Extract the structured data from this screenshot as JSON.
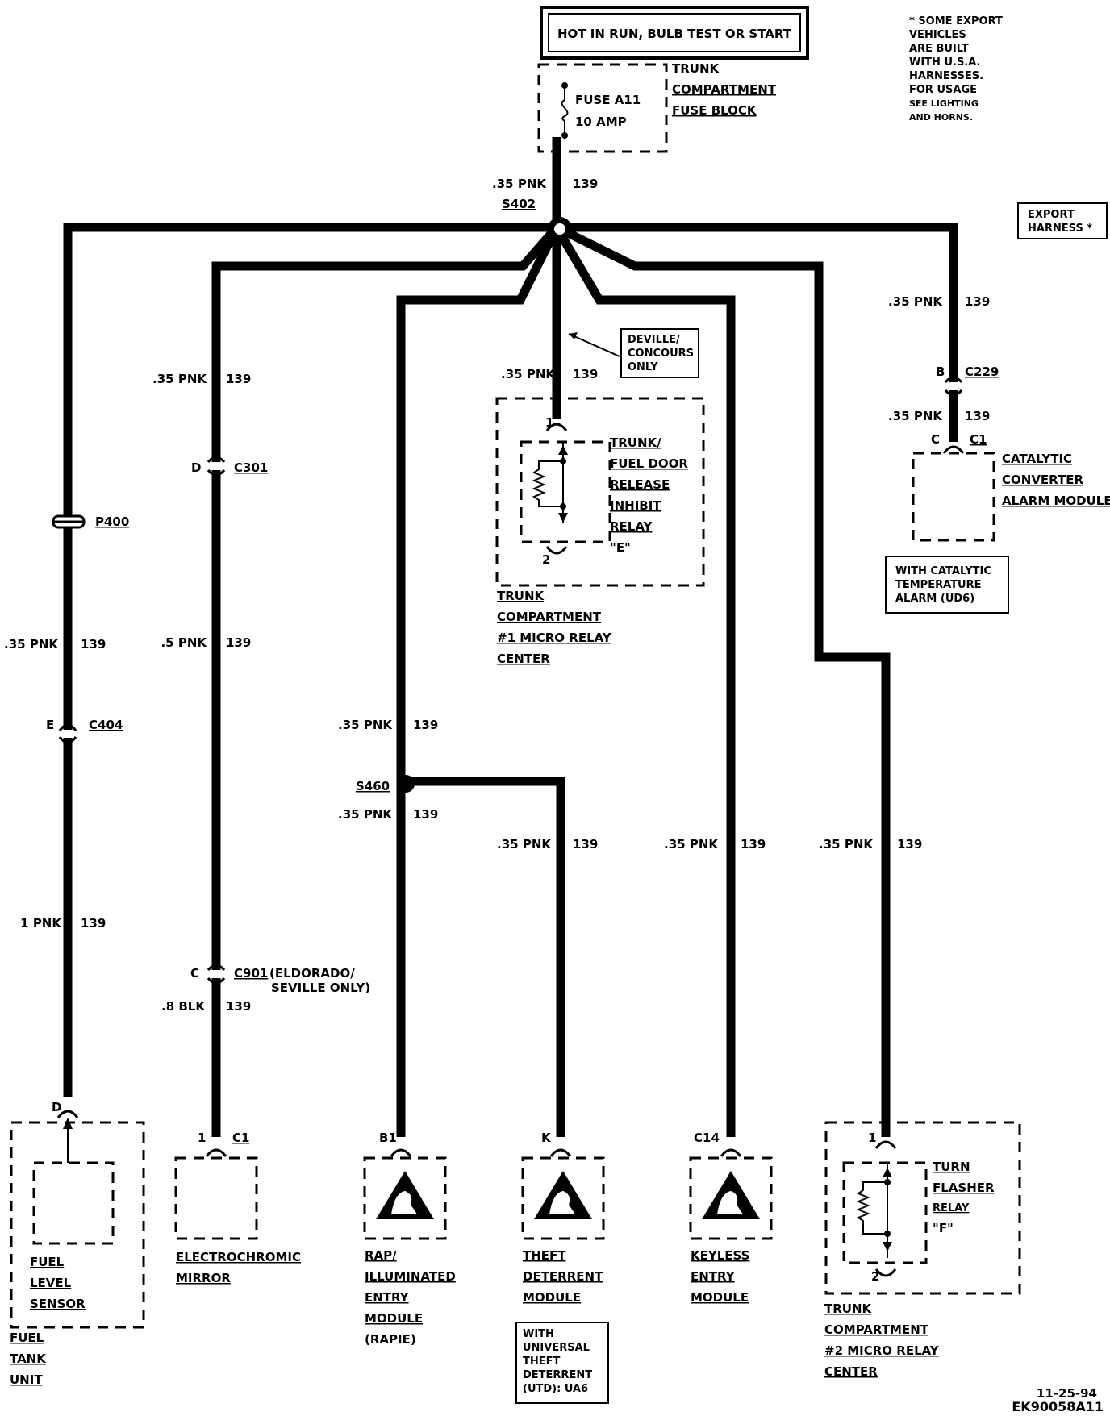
{
  "header": {
    "power_label": "HOT IN RUN, BULB TEST OR START",
    "export_note": [
      "* SOME EXPORT",
      "VEHICLES",
      "ARE BUILT",
      "WITH U.S.A.",
      "HARNESSES.",
      "FOR USAGE",
      "SEE LIGHTING",
      "AND HORNS."
    ],
    "export_harness": [
      "EXPORT",
      "HARNESS *"
    ]
  },
  "fuse_block": {
    "fuse_name": "FUSE A11",
    "fuse_rating": "10 AMP",
    "location": [
      "TRUNK",
      "COMPARTMENT",
      "FUSE BLOCK"
    ]
  },
  "wires": {
    "w035_pnk": ".35 PNK",
    "w05_pnk": ".5 PNK",
    "w1_pnk": "1 PNK",
    "w08_blk": ".8 BLK",
    "circuit": "139"
  },
  "splices": {
    "s402": "S402",
    "s460": "S460"
  },
  "connectors": {
    "p400": "P400",
    "c404": "C404",
    "c404_pin": "E",
    "c301": "C301",
    "c301_pin": "D",
    "c901": "C901",
    "c901_pin": "C",
    "c901_note": [
      "(ELDORADO/",
      "SEVILLE ONLY)"
    ],
    "c229": "C229",
    "c229_pin": "B",
    "cat_c1": "C1",
    "cat_pin": "C",
    "fuel_pin": "D",
    "mirror_c1": "C1",
    "mirror_pin": "1",
    "rap_pin": "B1",
    "theft_pin": "K",
    "keyless_pin": "C14",
    "relay_e_pin1": "1",
    "relay_e_pin2": "2",
    "relay_f_pin1": "1",
    "relay_f_pin2": "2"
  },
  "callouts": {
    "deville": [
      "DEVILLE/",
      "CONCOURS",
      "ONLY"
    ],
    "catalytic_option": [
      "WITH CATALYTIC",
      "TEMPERATURE",
      "ALARM (UD6)"
    ],
    "theft_option": [
      "WITH",
      "UNIVERSAL",
      "THEFT",
      "DETERRENT",
      "(UTD): UA6"
    ]
  },
  "components": {
    "relay_e": [
      "TRUNK/",
      "FUEL DOOR",
      "RELEASE",
      "INHIBIT",
      "RELAY",
      "\"E\""
    ],
    "relay_e_center": [
      "TRUNK",
      "COMPARTMENT",
      "#1 MICRO RELAY",
      "CENTER"
    ],
    "catalytic": [
      "CATALYTIC",
      "CONVERTER",
      "ALARM MODULE"
    ],
    "fuel_sensor": [
      "FUEL",
      "LEVEL",
      "SENSOR"
    ],
    "fuel_tank": [
      "FUEL",
      "TANK",
      "UNIT"
    ],
    "mirror": [
      "ELECTROCHROMIC",
      "MIRROR"
    ],
    "rap": [
      "RAP/",
      "ILLUMINATED",
      "ENTRY",
      "MODULE",
      "(RAPIE)"
    ],
    "theft": [
      "THEFT",
      "DETERRENT",
      "MODULE"
    ],
    "keyless": [
      "KEYLESS",
      "ENTRY",
      "MODULE"
    ],
    "relay_f": [
      "TURN",
      "FLASHER",
      "RELAY",
      "\"F\""
    ],
    "relay_f_center": [
      "TRUNK",
      "COMPARTMENT",
      "#2 MICRO RELAY",
      "CENTER"
    ]
  },
  "footer": {
    "date": "11-25-94",
    "code": "EK90058A11"
  }
}
